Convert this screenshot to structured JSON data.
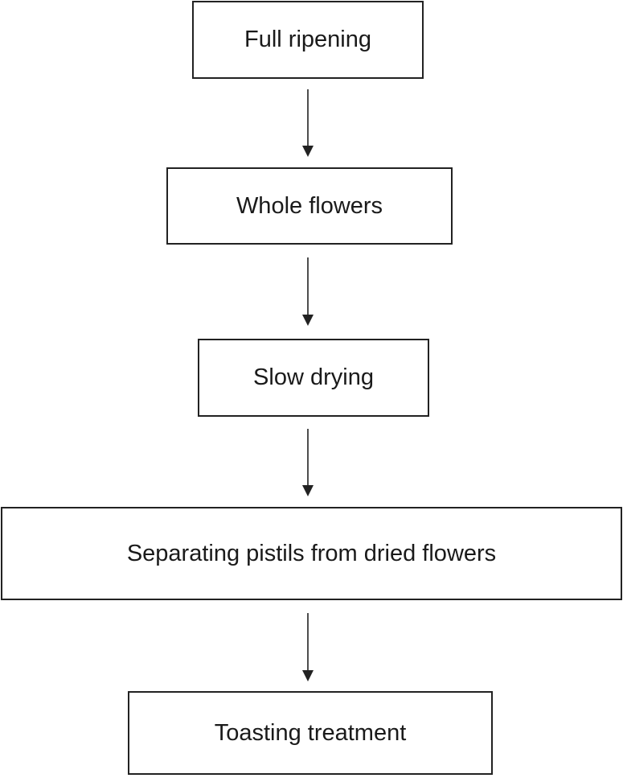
{
  "flowchart": {
    "steps": [
      {
        "id": "step-1",
        "label": "Full ripening"
      },
      {
        "id": "step-2",
        "label": "Whole flowers"
      },
      {
        "id": "step-3",
        "label": "Slow drying"
      },
      {
        "id": "step-4",
        "label": "Separating pistils from dried flowers"
      },
      {
        "id": "step-5",
        "label": "Toasting treatment"
      }
    ],
    "edges": [
      {
        "from": "step-1",
        "to": "step-2"
      },
      {
        "from": "step-2",
        "to": "step-3"
      },
      {
        "from": "step-3",
        "to": "step-4"
      },
      {
        "from": "step-4",
        "to": "step-5"
      }
    ],
    "colors": {
      "stroke": "#222222",
      "text": "#1a1a1a",
      "background": "#ffffff"
    }
  }
}
